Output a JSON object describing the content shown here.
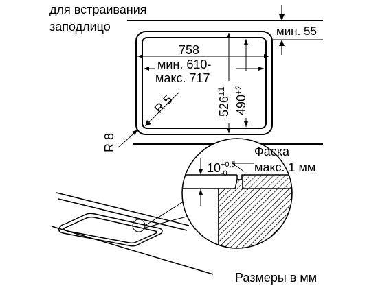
{
  "header": {
    "line1": "для встраивания",
    "line2": "заподлицо"
  },
  "dimensions": {
    "min_top_gap": "мин. 55",
    "width_outer": "758",
    "width_inner_min": "мин. 610-",
    "width_inner_max": "макс. 717",
    "height_outer_main": "526",
    "height_outer_tol": "±1",
    "height_inner_main": "490",
    "height_inner_tol": "+2",
    "radius_inner": "R 5",
    "radius_outer": "R 8"
  },
  "detail": {
    "depth_main": "10",
    "depth_tol_top": "+0,5",
    "depth_tol_bottom": "-0",
    "chamfer_label": "Фаска",
    "chamfer_value": "макс. 1 мм"
  },
  "footer": {
    "units_note": "Размеры в мм"
  }
}
